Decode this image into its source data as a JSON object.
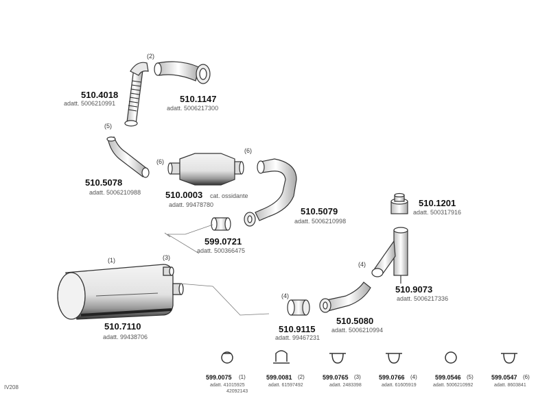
{
  "diagram_id": "IV208",
  "parts": [
    {
      "key": "p4018",
      "code": "510.4018",
      "sub": "adatt. 5006210991",
      "qty": "(2)"
    },
    {
      "key": "p1147",
      "code": "510.1147",
      "sub": "adatt. 5006217300"
    },
    {
      "key": "p5078",
      "code": "510.5078",
      "sub": "adatt. 5006210988",
      "qty": "(5)"
    },
    {
      "key": "p0003",
      "code": "510.0003",
      "sub_a": "cat. ossidante",
      "sub_b": "adatt. 99478780",
      "qty": "(6)"
    },
    {
      "key": "p5079",
      "code": "510.5079",
      "sub": "adatt. 5006210998",
      "qty": "(6)"
    },
    {
      "key": "p1201",
      "code": "510.1201",
      "sub": "adatt. 500317916"
    },
    {
      "key": "p0721",
      "code": "599.0721",
      "sub": "adatt. 500366475"
    },
    {
      "key": "p7110",
      "code": "510.7110",
      "sub": "adatt. 99438706",
      "qty_a": "(1)",
      "qty_b": "(3)"
    },
    {
      "key": "p9073",
      "code": "510.9073",
      "sub": "adatt. 5006217336",
      "qty": "(4)"
    },
    {
      "key": "p9115",
      "code": "510.9115",
      "sub": "adatt. 99467231",
      "qty": "(4)"
    },
    {
      "key": "p5080",
      "code": "510.5080",
      "sub": "adatt. 5006210994"
    }
  ],
  "clamps": [
    {
      "code": "599.0075",
      "qty": "(1)",
      "sub": "adatt. 41015925",
      "sub2": "42092143",
      "icon": "ring-clamp-icon"
    },
    {
      "code": "599.0081",
      "qty": "(2)",
      "sub": "adatt. 61597492",
      "icon": "bracket-clamp-icon"
    },
    {
      "code": "599.0765",
      "qty": "(3)",
      "sub": "adatt. 2483398",
      "icon": "u-bolt-clamp-icon"
    },
    {
      "code": "599.0766",
      "qty": "(4)",
      "sub": "adatt. 61605919",
      "icon": "u-bolt-clamp-icon"
    },
    {
      "code": "599.0546",
      "qty": "(5)",
      "sub": "adatt. 5006210992",
      "icon": "ring-clamp-icon"
    },
    {
      "code": "599.0547",
      "qty": "(6)",
      "sub": "adatt. 8603841",
      "icon": "u-bolt-clamp-icon"
    }
  ]
}
